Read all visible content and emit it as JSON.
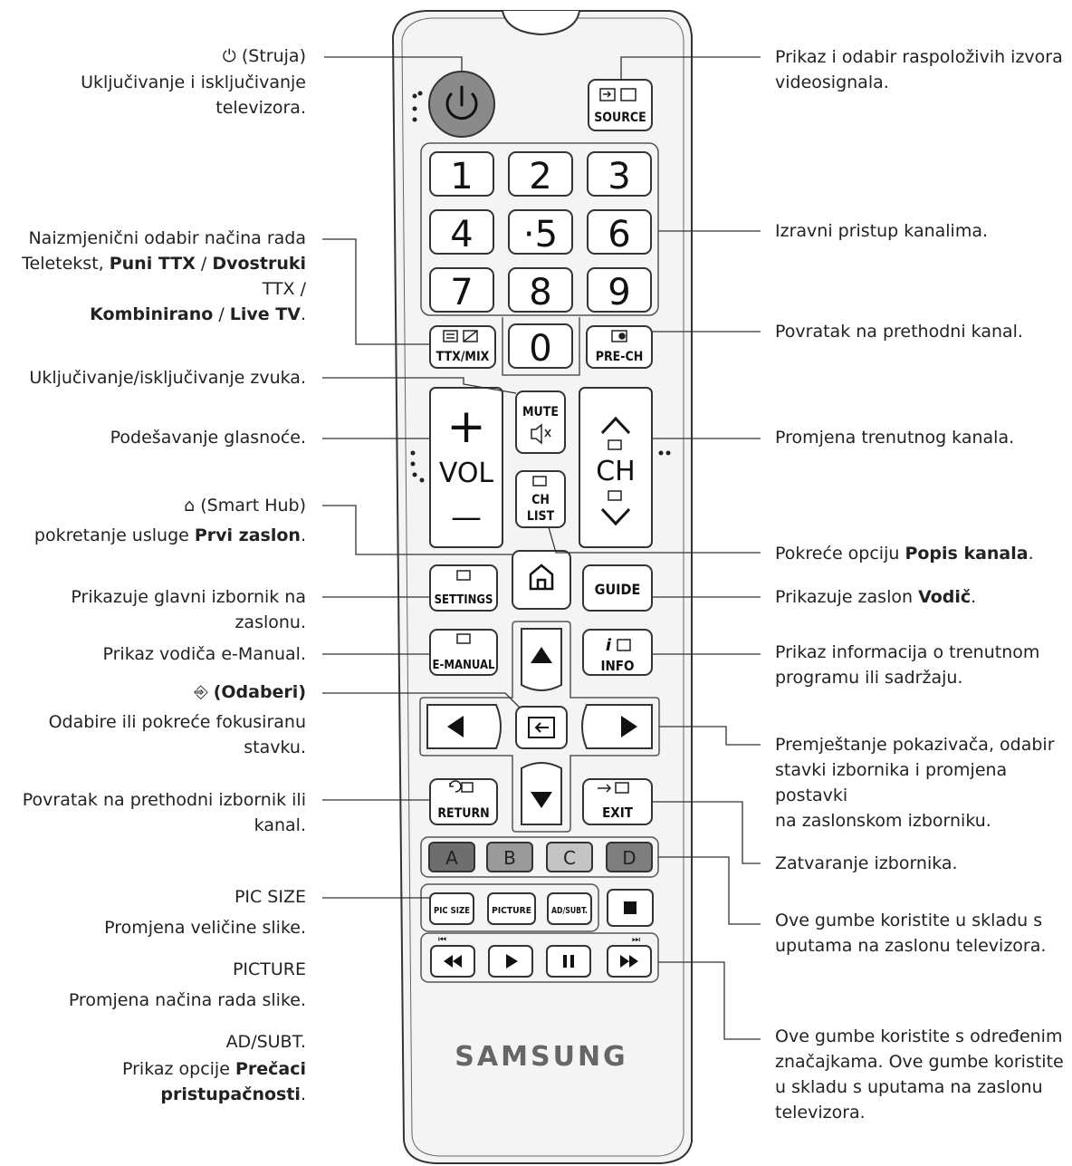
{
  "brand": "SAMSUNG",
  "colors": {
    "power": "#8a8a8a",
    "btn_a": "#6e6e6e",
    "btn_b": "#9a9a9a",
    "btn_c": "#c4c4c4",
    "btn_d": "#7e7e7e",
    "body": "#f4f4f4",
    "line": "#333333"
  },
  "remote": {
    "source": "SOURCE",
    "digits": [
      "1",
      "2",
      "3",
      "4",
      "·5",
      "6",
      "7",
      "8",
      "9",
      "0"
    ],
    "ttx": "TTX/MIX",
    "prech": "PRE-CH",
    "mute": "MUTE",
    "vol": "VOL",
    "vol_plus": "+",
    "vol_minus": "—",
    "ch": "CH",
    "chlist_1": "CH",
    "chlist_2": "LIST",
    "settings": "SETTINGS",
    "guide": "GUIDE",
    "emanual": "E-MANUAL",
    "info": "INFO",
    "info_i": "i",
    "return": "RETURN",
    "exit": "EXIT",
    "color_a": "A",
    "color_b": "B",
    "color_c": "C",
    "color_d": "D",
    "picsize": "PIC SIZE",
    "picture": "PICTURE",
    "adsubt": "AD/SUBT."
  },
  "left": {
    "power_1": "(Struja)",
    "power_2": "Uključivanje i isključivanje televizora.",
    "ttx_1": "Naizmjenični odabir načina rada",
    "ttx_2a": "Teletekst, ",
    "ttx_2b": "Puni TTX",
    "ttx_2c": " / ",
    "ttx_2d": "Dvostruki",
    "ttx_2e": " TTX /",
    "ttx_3a": "Kombinirano",
    "ttx_3b": " / ",
    "ttx_3c": "Live TV",
    "ttx_3d": ".",
    "mute": "Uključivanje/isključivanje zvuka.",
    "vol": "Podešavanje glasnoće.",
    "hub_1": "(Smart Hub)",
    "hub_2a": "pokretanje usluge ",
    "hub_2b": "Prvi zaslon",
    "hub_2c": ".",
    "settings": "Prikazuje glavni izbornik na zaslonu.",
    "emanual": "Prikaz vodiča e-Manual.",
    "select_1": "(Odaberi)",
    "select_2": "Odabire ili pokreće fokusiranu",
    "select_3": "stavku.",
    "return_1": "Povratak na prethodni izbornik ili",
    "return_2": "kanal.",
    "picsize_t": "PIC SIZE",
    "picsize_d": "Promjena veličine slike.",
    "picture_t": "PICTURE",
    "picture_d": "Promjena načina rada slike.",
    "adsubt_t": "AD/SUBT.",
    "adsubt_da": "Prikaz opcije ",
    "adsubt_db": "Prečaci pristupačnosti",
    "adsubt_dc": "."
  },
  "right": {
    "source_1": "Prikaz i odabir raspoloživih izvora",
    "source_2": "videosignala.",
    "digits": "Izravni pristup kanalima.",
    "prech": "Povratak na prethodni kanal.",
    "ch": "Promjena trenutnog kanala.",
    "chlist_a": "Pokreće opciju ",
    "chlist_b": "Popis kanala",
    "chlist_c": ".",
    "guide_a": "Prikazuje zaslon ",
    "guide_b": "Vodič",
    "guide_c": ".",
    "info_1": "Prikaz informacija o trenutnom",
    "info_2": "programu ili sadržaju.",
    "nav_1": "Premještanje pokazivača, odabir",
    "nav_2": "stavki izbornika i promjena postavki",
    "nav_3": "na zaslonskom izborniku.",
    "exit": "Zatvaranje izbornika.",
    "color_1": "Ove gumbe koristite u skladu s",
    "color_2": "uputama na zaslonu televizora.",
    "media_1": "Ove gumbe koristite s određenim",
    "media_2": "značajkama. Ove gumbe koristite",
    "media_3": "u skladu s uputama na zaslonu",
    "media_4": "televizora."
  }
}
